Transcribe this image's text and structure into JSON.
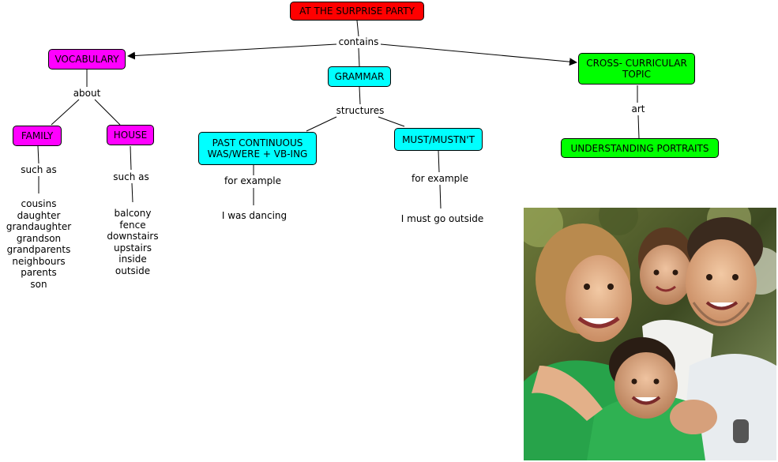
{
  "root": "AT THE SURPRISE PARTY",
  "root_link": "contains",
  "vocabulary": {
    "label": "VOCABULARY",
    "link": "about",
    "family": {
      "label": "FAMILY",
      "link": "such as",
      "items": [
        "cousins",
        "daughter",
        "grandaughter",
        "grandson",
        "grandparents",
        "neighbours",
        "parents",
        "son"
      ]
    },
    "house": {
      "label": "HOUSE",
      "link": "such as",
      "items": [
        "balcony",
        "fence",
        "downstairs",
        "upstairs",
        "inside",
        "outside"
      ]
    }
  },
  "grammar": {
    "label": "GRAMMAR",
    "link": "structures",
    "past_continuous": {
      "label": "PAST CONTINUOUS\nWAS/WERE + VB-ING",
      "link": "for example",
      "example": "I was dancing"
    },
    "must": {
      "label": "MUST/MUSTN'T",
      "link": "for example",
      "example": "I must go outside"
    }
  },
  "cross": {
    "label": "CROSS- CURRICULAR\nTOPIC",
    "link": "art",
    "child": "UNDERSTANDING PORTRAITS"
  },
  "colors": {
    "root": "#ff0000",
    "vocabulary": "#ff00ff",
    "grammar": "#00ffff",
    "cross": "#00ff00"
  },
  "photo_description": "family-portrait-photo"
}
